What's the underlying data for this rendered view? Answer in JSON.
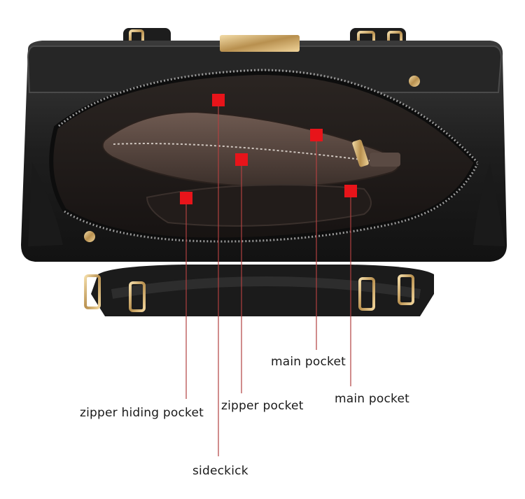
{
  "marker_color": "#e8141a",
  "leader_color": "#b04040",
  "labels": {
    "main_pocket_1": "main pocket",
    "main_pocket_2": "main pocket",
    "zipper_hiding_pocket": "zipper hiding pocket",
    "zipper_pocket": "zipper pocket",
    "sideckick": "sideckick"
  }
}
